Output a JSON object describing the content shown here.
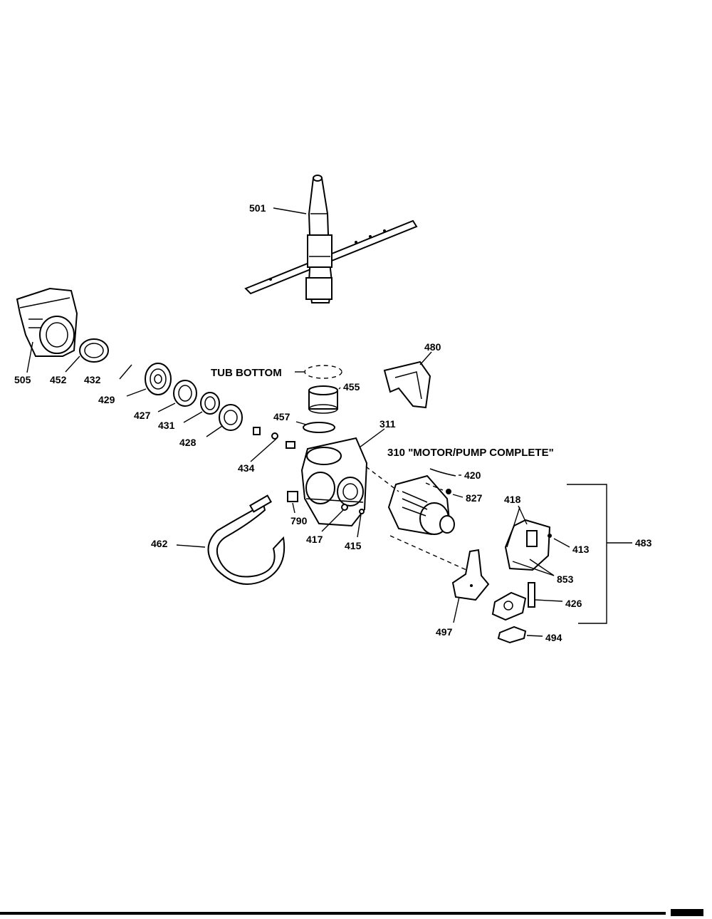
{
  "diagram": {
    "callouts": {
      "p501": "501",
      "p505": "505",
      "p452": "452",
      "p432": "432",
      "p429": "429",
      "p427": "427",
      "p431": "431",
      "p428": "428",
      "p434": "434",
      "p457": "457",
      "p455": "455",
      "p311": "311",
      "p480": "480",
      "p420": "420",
      "p827": "827",
      "p418": "418",
      "p413": "413",
      "p483": "483",
      "p853": "853",
      "p426": "426",
      "p494": "494",
      "p497": "497",
      "p790": "790",
      "p417": "417",
      "p415": "415",
      "p462": "462"
    },
    "tub_bottom_label": "TUB BOTTOM",
    "motor_pump_label": "310 \"MOTOR/PUMP COMPLETE\""
  }
}
